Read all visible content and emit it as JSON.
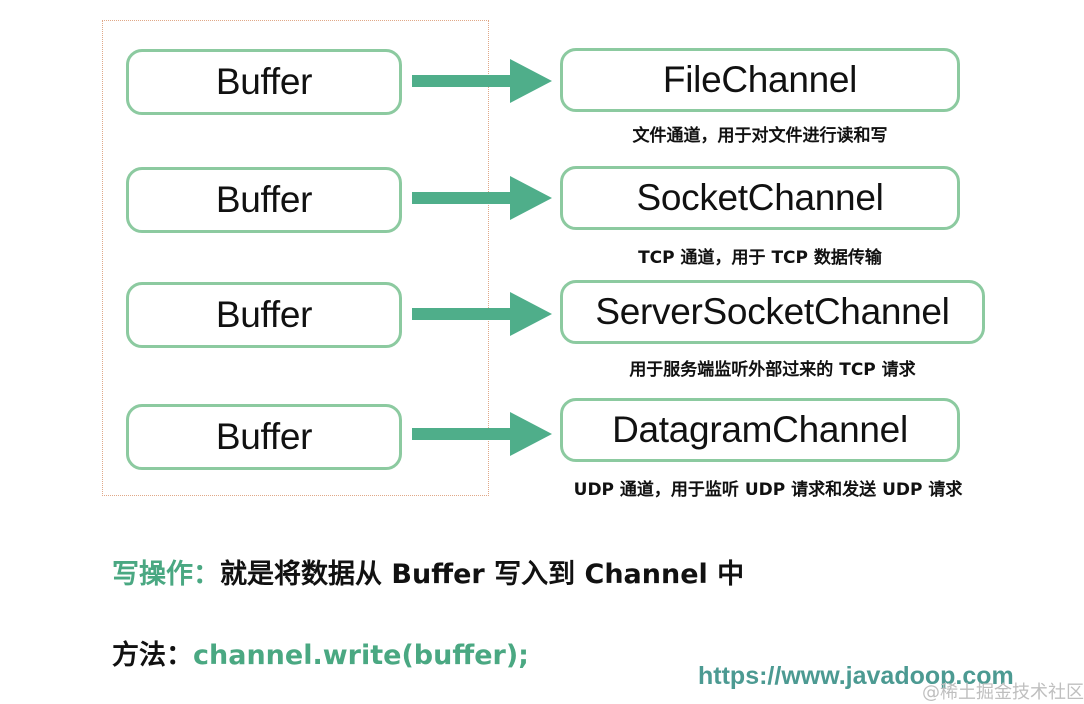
{
  "diagram": {
    "rows": [
      {
        "source": "Buffer",
        "target": "FileChannel",
        "description": "文件通道，用于对文件进行读和写"
      },
      {
        "source": "Buffer",
        "target": "SocketChannel",
        "description": "TCP 通道，用于 TCP 数据传输"
      },
      {
        "source": "Buffer",
        "target": "ServerSocketChannel",
        "description": "用于服务端监听外部过来的 TCP 请求"
      },
      {
        "source": "Buffer",
        "target": "DatagramChannel",
        "description": "UDP 通道，用于监听 UDP 请求和发送 UDP 请求"
      }
    ],
    "write_op": {
      "label": "写操作：",
      "text": "就是将数据从 Buffer 写入到 Channel 中"
    },
    "method": {
      "label": "方法：",
      "code": "channel.write(buffer);"
    },
    "url": "https://www.javadoop.com",
    "watermark": "@稀土掘金技术社区"
  },
  "colors": {
    "box_border": "#8ccaa0",
    "arrow": "#4fae8a",
    "frame_border": "#e0a888",
    "accent_text": "#4aa882",
    "url_text": "#4c9a92"
  }
}
